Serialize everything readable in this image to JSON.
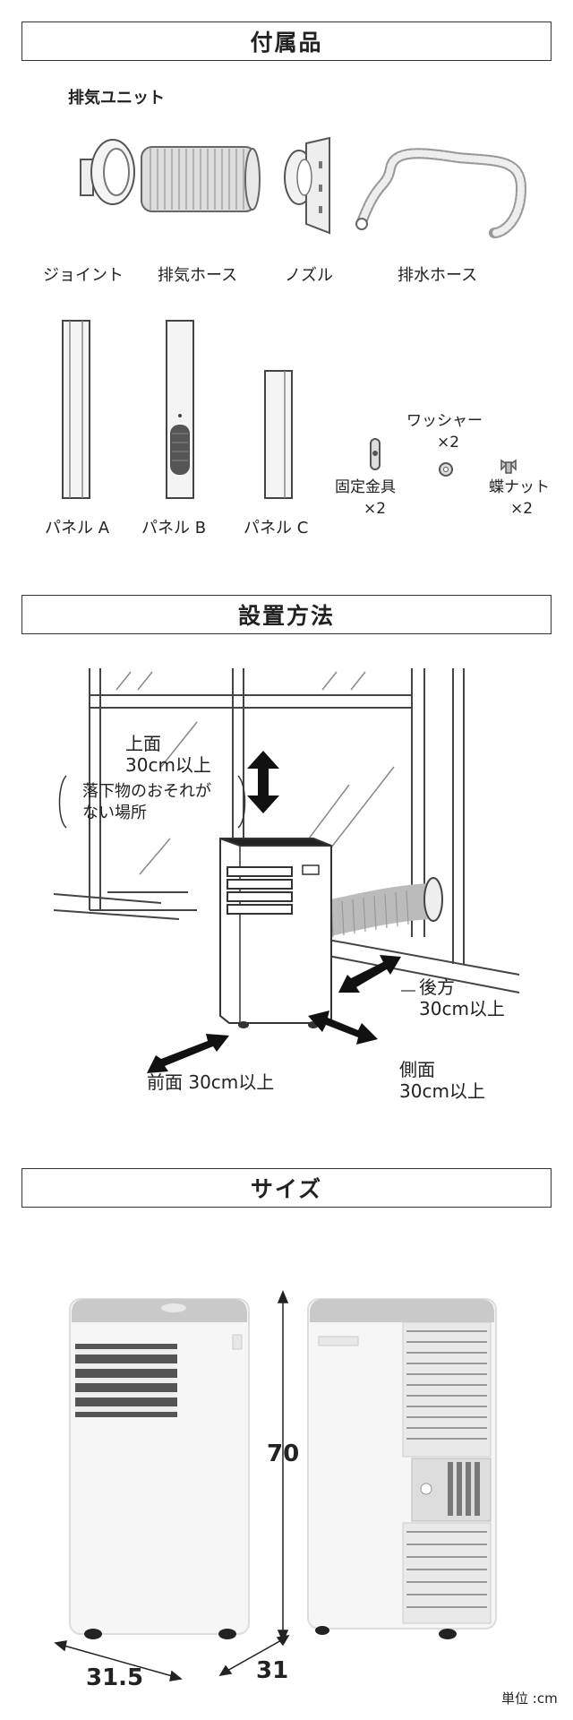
{
  "accessories": {
    "title": "付属品",
    "exhaust_unit_label": "排気ユニット",
    "items": [
      "ジョイント",
      "排気ホース",
      "ノズル",
      "排水ホース"
    ],
    "panels": [
      "パネル A",
      "パネル B",
      "パネル C"
    ],
    "fixing_bracket": [
      "固定金具",
      "×2"
    ],
    "washer": [
      "ワッシャー",
      "×2"
    ],
    "butterfly_nut": [
      "蝶ナット",
      "×2"
    ]
  },
  "installation": {
    "title": "設置方法",
    "top_clearance": [
      "上面",
      "30cm以上"
    ],
    "bubble": [
      "落下物のおそれが",
      "ない場所"
    ],
    "rear_clearance": [
      "後方",
      "30cm以上"
    ],
    "side_clearance": [
      "側面",
      "30cm以上"
    ],
    "front_clearance": "前面 30cm以上"
  },
  "size": {
    "title": "サイズ",
    "height": "70",
    "width": "31.5",
    "depth": "31",
    "unit_note": "単位 :cm"
  }
}
